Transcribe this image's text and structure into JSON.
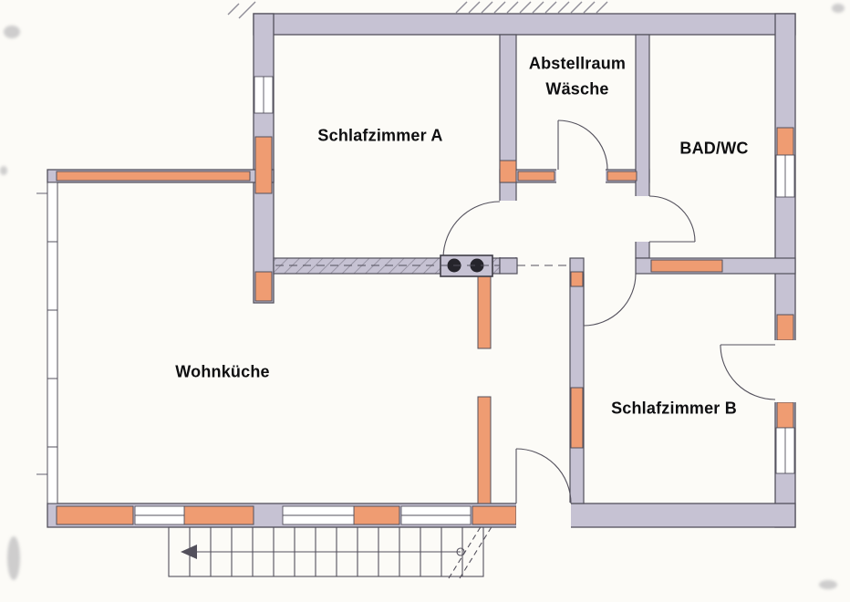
{
  "plan": {
    "rooms": {
      "schlafzimmer_a": {
        "label": "Schlafzimmer A"
      },
      "abstellraum": {
        "line1": "Abstellraum",
        "line2": "Wäsche"
      },
      "bad_wc": {
        "label": "BAD/WC"
      },
      "wohnkueche": {
        "label": "Wohnküche"
      },
      "schlafzimmer_b": {
        "label": "Schlafzimmer B"
      }
    },
    "legend_colors": {
      "wall_fill": "#c6c2d3",
      "window_masonry_fill": "#ef9c72",
      "line_color": "#53505c",
      "paper": "#fcfbf7",
      "chimney_flue": "#25242b"
    }
  }
}
